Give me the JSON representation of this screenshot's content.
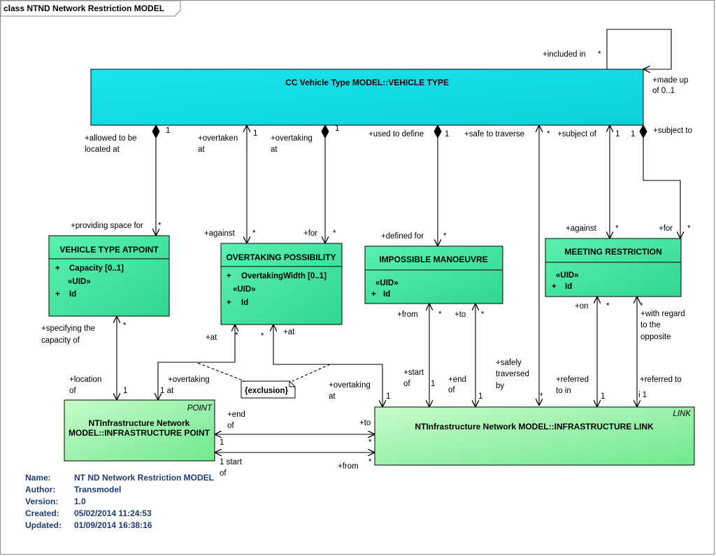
{
  "diagram": {
    "frame_title": "class NTND Network Restriction MODEL",
    "colors": {
      "vehicle_type": "#17e6ef",
      "class_fill": "#5cf0b0",
      "class_fill_light": "#c8fbc9",
      "border": "#000000",
      "line": "#000000",
      "info_text": "#1f3a7a"
    },
    "classes": {
      "vehicle_type": {
        "name": "CC Vehicle Type MODEL::VEHICLE TYPE"
      },
      "vehicle_type_at_point": {
        "name": "VEHICLE TYPE ATPOINT",
        "attributes": [
          {
            "vis": "+",
            "text": "Capacity [0..1]"
          }
        ],
        "stereotype": "«UID»",
        "keys": [
          {
            "vis": "+",
            "text": "Id"
          }
        ]
      },
      "overtaking_possibility": {
        "name": "OVERTAKING POSSIBILITY",
        "attributes": [
          {
            "vis": "+",
            "text": "OvertakingWidth [0..1]"
          }
        ],
        "stereotype": "«UID»",
        "keys": [
          {
            "vis": "+",
            "text": "Id"
          }
        ]
      },
      "impossible_manoeuvre": {
        "name": "IMPOSSIBLE MANOEUVRE",
        "stereotype": "«UID»",
        "keys": [
          {
            "vis": "+",
            "text": "Id"
          }
        ]
      },
      "meeting_restriction": {
        "name": "MEETING RESTRICTION",
        "stereotype": "«UID»",
        "keys": [
          {
            "vis": "+",
            "text": "Id"
          }
        ]
      },
      "infrastructure_point": {
        "tag": "POINT",
        "name_line1": "NTInfrastructure Network",
        "name_line2": "MODEL::INFRASTRUCTURE POINT"
      },
      "infrastructure_link": {
        "tag": "LINK",
        "name": "NTInfrastructure Network MODEL::INFRASTRUCTURE LINK"
      }
    },
    "note": "{exclusion}",
    "labels": {
      "included_in": "+included in",
      "star": "*",
      "one": "1",
      "made_up_of_1": "+made up",
      "made_up_of_2": "of 0..1",
      "allowed_1": "+allowed to be",
      "allowed_2": "located at",
      "overtaken_1": "+overtaken",
      "overtaken_2": "at",
      "overtaking_1": "+overtaking",
      "overtaking_2": "at",
      "used_to_define": "+used to define",
      "safe_to_traverse": "+safe to traverse",
      "subject_of": "+subject of",
      "subject_to": "+subject to",
      "providing_space": "+providing space for",
      "against": "+against",
      "for": "+for",
      "defined_for": "+defined for",
      "specifying_1": "+specifying the",
      "specifying_2": "capacity of",
      "at": "+at",
      "from": "+from",
      "to": "+to",
      "on": "+on",
      "with_regard_1": "+with regard",
      "with_regard_2": "to the",
      "with_regard_3": "opposite",
      "location_1": "+location",
      "location_2": "of",
      "overtaking_at_1": "+overtaking",
      "overtaking_at_2": "1 at",
      "overtaking_at2_1": "+overtaking",
      "overtaking_at2_2": "at",
      "start_1": "+start",
      "start_2": "of",
      "end_1": "+end",
      "end_2": "of",
      "safely_1": "+safely",
      "safely_2": "traversed",
      "safely_3": "by",
      "referred_in_1": "+referred",
      "referred_in_2": "to in",
      "referred_to": "+referred to",
      "i1": "i 1",
      "end_of_1": "+end",
      "end_of_2": "of",
      "start_of_1": "1 start",
      "start_of_2": "of"
    }
  },
  "info": [
    {
      "key": "Name:",
      "value": "NT ND Network Restriction MODEL"
    },
    {
      "key": "Author:",
      "value": "Transmodel"
    },
    {
      "key": "Version:",
      "value": "1.0"
    },
    {
      "key": "Created:",
      "value": "05/02/2014 11:24:53"
    },
    {
      "key": "Updated:",
      "value": "01/09/2014 16:38:16"
    }
  ]
}
